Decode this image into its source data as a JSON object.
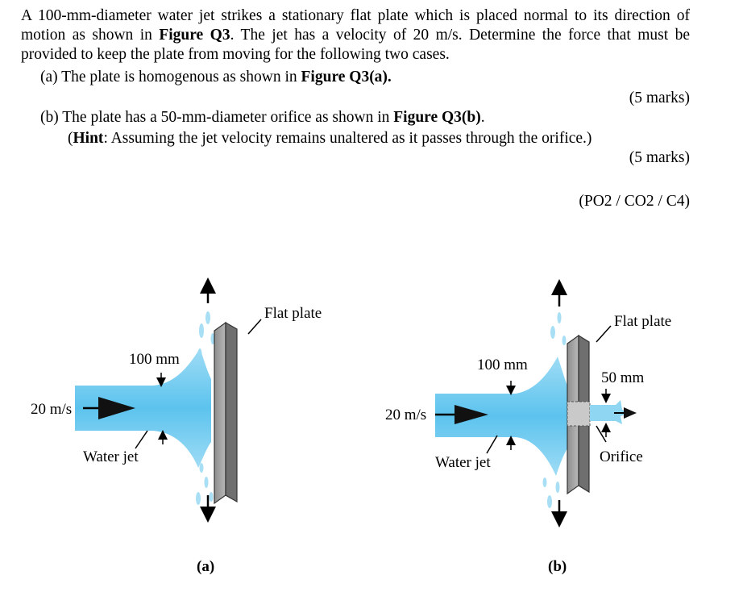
{
  "question": {
    "intro_part1": "A 100-mm-diameter water jet strikes a stationary flat plate which is placed normal to its direction of motion as shown in ",
    "intro_fig": "Figure Q3",
    "intro_part2": ". The jet has a velocity of 20 m/s. Determine the force that must be provided to keep the plate from moving for the following two cases.",
    "part_a_text": "(a) The plate is homogenous as shown in ",
    "part_a_fig": "Figure Q3(a).",
    "part_a_marks": "(5 marks)",
    "part_b_text": "(b) The plate has a 50-mm-diameter orifice as shown in ",
    "part_b_fig": "Figure Q3(b)",
    "part_b_end": ".",
    "hint_open": "(",
    "hint_label": "Hint",
    "hint_text": ": Assuming the jet velocity remains unaltered as it passes through the orifice.)",
    "part_b_marks": "(5 marks)",
    "outcomes": "(PO2 / CO2 / C4)"
  },
  "figure_a": {
    "plate_label": "Flat plate",
    "diameter_label": "100 mm",
    "velocity_label": "20 m/s",
    "jet_label": "Water jet",
    "caption": "(a)"
  },
  "figure_b": {
    "plate_label": "Flat plate",
    "diameter_label": "100 mm",
    "orifice_diameter_label": "50 mm",
    "velocity_label": "20 m/s",
    "jet_label": "Water jet",
    "orifice_label": "Orifice",
    "caption": "(b)"
  }
}
